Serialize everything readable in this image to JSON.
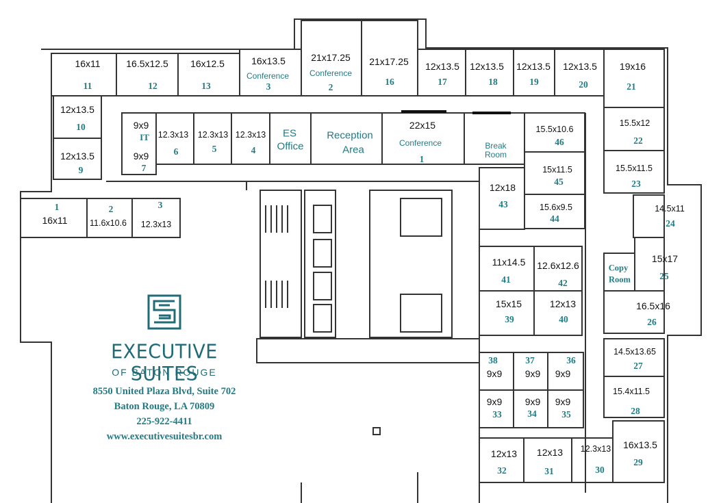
{
  "brand": {
    "name": "EXECUTIVE SUITES",
    "subtitle": "OF BATON ROUGE",
    "address_line1": "8550 United Plaza Blvd, Suite 702",
    "address_line2": "Baton Rouge, LA 70809",
    "phone": "225-922-4411",
    "website": "www.executivesuitesbr.com"
  },
  "rooms": {
    "r11": {
      "dim": "16x11",
      "num": "11"
    },
    "r12": {
      "dim": "16.5x12.5",
      "num": "12"
    },
    "r13": {
      "dim": "16x12.5",
      "num": "13"
    },
    "conf3": {
      "dim": "16x13.5",
      "label": "Conference",
      "num": "3"
    },
    "conf2": {
      "dim": "21x17.25",
      "label": "Conference",
      "num": "2"
    },
    "r16": {
      "dim": "21x17.25",
      "num": "16"
    },
    "r17": {
      "dim": "12x13.5",
      "num": "17"
    },
    "r18": {
      "dim": "12x13.5",
      "num": "18"
    },
    "r19": {
      "dim": "12x13.5",
      "num": "19"
    },
    "r20": {
      "dim": "12x13.5",
      "num": "20"
    },
    "r21": {
      "dim": "19x16",
      "num": "21"
    },
    "r10": {
      "dim": "12x13.5",
      "num": "10"
    },
    "r9": {
      "dim": "12x13.5",
      "num": "9"
    },
    "it": {
      "dim": "9x9",
      "label": "IT"
    },
    "r7": {
      "dim": "9x9",
      "num": "7"
    },
    "r6": {
      "dim": "12.3x13",
      "num": "6"
    },
    "r5": {
      "dim": "12.3x13",
      "num": "5"
    },
    "r4": {
      "dim": "12.3x13",
      "num": "4"
    },
    "es_office": {
      "line1": "ES",
      "line2": "Office"
    },
    "reception": {
      "line1": "Reception",
      "line2": "Area"
    },
    "conf1": {
      "dim": "22x15",
      "label": "Conference",
      "num": "1"
    },
    "break_room": {
      "line1": "Break",
      "line2": "Room"
    },
    "r46": {
      "dim": "15.5x10.6",
      "num": "46"
    },
    "r22": {
      "dim": "15.5x12",
      "num": "22"
    },
    "r45": {
      "dim": "15x11.5",
      "num": "45"
    },
    "r23": {
      "dim": "15.5x11.5",
      "num": "23"
    },
    "r43": {
      "dim": "12x18",
      "num": "43"
    },
    "r44": {
      "dim": "15.6x9.5",
      "num": "44"
    },
    "r24": {
      "dim": "14.5x11",
      "num": "24"
    },
    "s1": {
      "dim": "16x11",
      "num": "1"
    },
    "s2": {
      "dim": "11.6x10.6",
      "num": "2"
    },
    "s3": {
      "dim": "12.3x13",
      "num": "3"
    },
    "r41": {
      "dim": "11x14.5",
      "num": "41"
    },
    "r42": {
      "dim": "12.6x12.6",
      "num": "42"
    },
    "copy_room": {
      "line1": "Copy",
      "line2": "Room"
    },
    "r25": {
      "dim": "15x17",
      "num": "25"
    },
    "r39": {
      "dim": "15x15",
      "num": "39"
    },
    "r40": {
      "dim": "12x13",
      "num": "40"
    },
    "r26": {
      "dim": "16.5x16",
      "num": "26"
    },
    "r38": {
      "dim": "9x9",
      "num": "38"
    },
    "r37": {
      "dim": "9x9",
      "num": "37"
    },
    "r36": {
      "dim": "9x9",
      "num": "36"
    },
    "r27": {
      "dim": "14.5x13.65",
      "num": "27"
    },
    "r33": {
      "dim": "9x9",
      "num": "33"
    },
    "r34": {
      "dim": "9x9",
      "num": "34"
    },
    "r35": {
      "dim": "9x9",
      "num": "35"
    },
    "r28": {
      "dim": "15.4x11.5",
      "num": "28"
    },
    "r32": {
      "dim": "12x13",
      "num": "32"
    },
    "r31": {
      "dim": "12x13",
      "num": "31"
    },
    "r30": {
      "dim": "12.3x13",
      "num": "30"
    },
    "r29": {
      "dim": "16x13.5",
      "num": "29"
    }
  },
  "colors": {
    "accent": "#1f7c85",
    "brand": "#1f6b78",
    "wall": "#333333"
  }
}
